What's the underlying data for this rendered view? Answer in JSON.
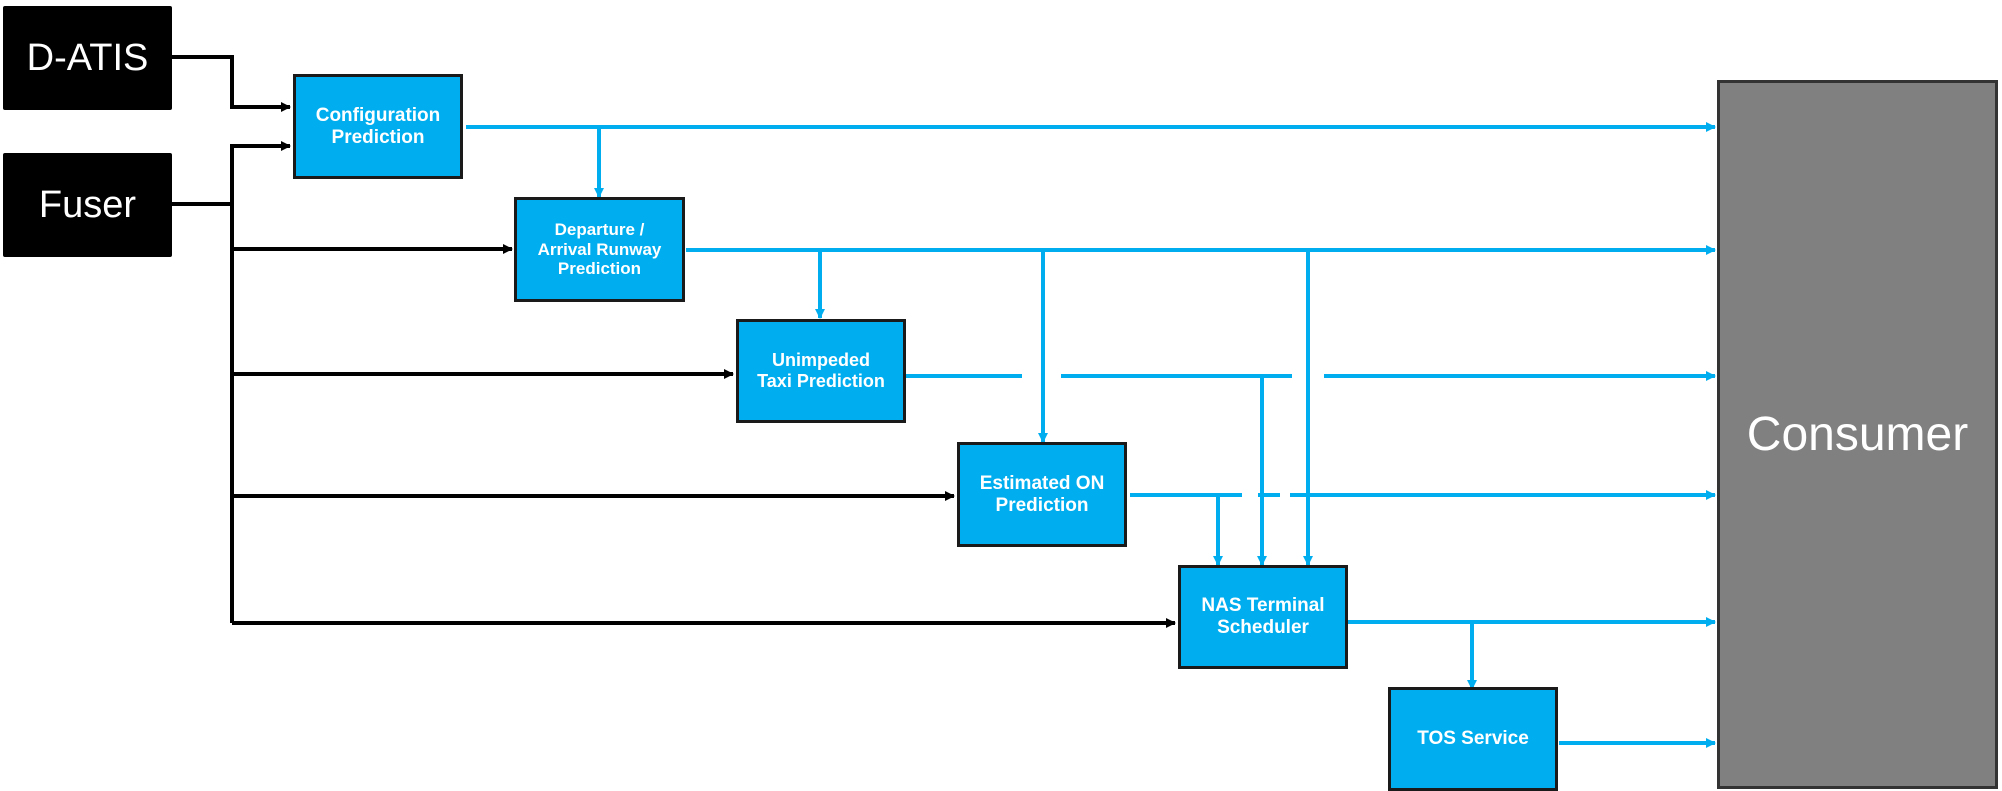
{
  "colors": {
    "flow": "#00aeef",
    "input": "#000000",
    "box_border": "#1a1a1a",
    "consumer_fill": "#808080"
  },
  "sources": {
    "datis": "D-ATIS",
    "fuser": "Fuser"
  },
  "modules": {
    "config": "Configuration\nPrediction",
    "runway": "Departure /\nArrival Runway\nPrediction",
    "taxi": "Unimpeded\nTaxi Prediction",
    "eon": "Estimated ON\nPrediction",
    "scheduler": "NAS Terminal\nScheduler",
    "tos": "TOS Service"
  },
  "consumer": "Consumer"
}
